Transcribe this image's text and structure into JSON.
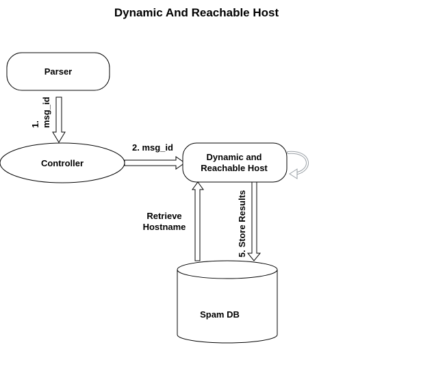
{
  "title": "Dynamic And Reachable Host",
  "nodes": {
    "parser": "Parser",
    "controller": "Controller",
    "host_line1": "Dynamic and",
    "host_line2": "Reachable Host",
    "db": "Spam DB"
  },
  "edges": {
    "step1_num": "1.",
    "step1_msg": "msg_id",
    "step2": "2. msg_id",
    "retrieve_line1": "Retrieve",
    "retrieve_line2": "Hostname",
    "step5": "5. Store Results"
  },
  "colors": {
    "stroke": "#000000",
    "fill": "#ffffff",
    "self_loop": "#9aa0a6"
  }
}
